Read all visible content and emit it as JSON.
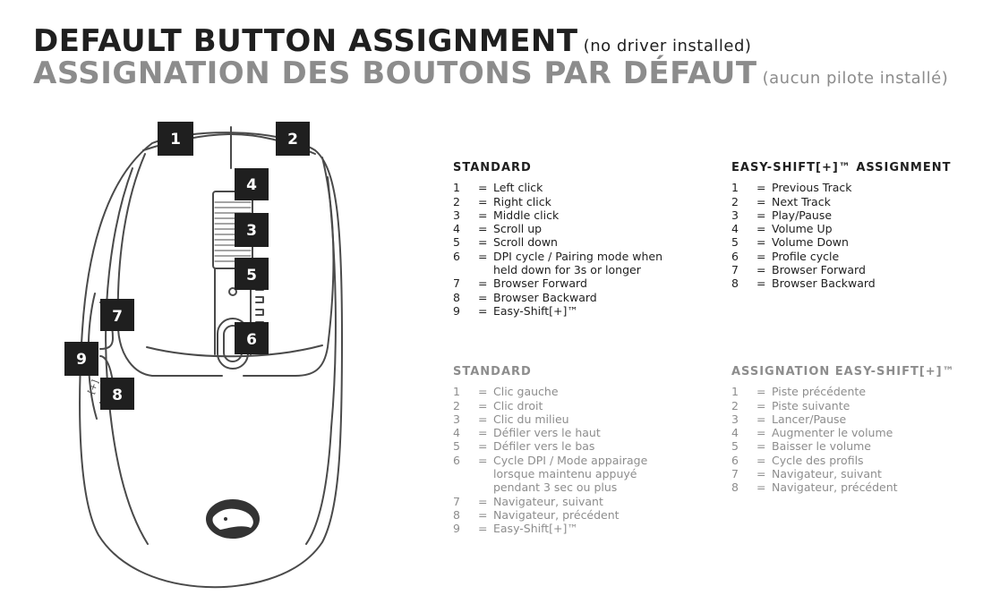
{
  "header": {
    "title_en": "DEFAULT BUTTON ASSIGNMENT",
    "subtitle_en": "(no driver installed)",
    "title_fr": "ASSIGNATION DES BOUTONS PAR DÉFAUT",
    "subtitle_fr": "(aucun pilote installé)"
  },
  "diagram": {
    "badges": [
      "1",
      "2",
      "4",
      "3",
      "5",
      "7",
      "6",
      "9",
      "8"
    ],
    "side_label": "[+]",
    "logo_icon": "roccat-panther-logo-icon"
  },
  "columns": [
    {
      "heading": "STANDARD",
      "items": [
        {
          "n": "1",
          "text": "Left click"
        },
        {
          "n": "2",
          "text": "Right click"
        },
        {
          "n": "3",
          "text": "Middle click"
        },
        {
          "n": "4",
          "text": "Scroll up"
        },
        {
          "n": "5",
          "text": "Scroll down"
        },
        {
          "n": "6",
          "text": "DPI cycle / Pairing mode when held down for 3s or longer"
        },
        {
          "n": "7",
          "text": "Browser Forward"
        },
        {
          "n": "8",
          "text": "Browser Backward"
        },
        {
          "n": "9",
          "text": "Easy-Shift[+]™"
        }
      ]
    },
    {
      "heading": "EASY-SHIFT[+]™ ASSIGNMENT",
      "items": [
        {
          "n": "1",
          "text": "Previous Track"
        },
        {
          "n": "2",
          "text": "Next Track"
        },
        {
          "n": "3",
          "text": "Play/Pause"
        },
        {
          "n": "4",
          "text": "Volume Up"
        },
        {
          "n": "5",
          "text": "Volume Down"
        },
        {
          "n": "6",
          "text": "Profile cycle"
        },
        {
          "n": "7",
          "text": "Browser Forward"
        },
        {
          "n": "8",
          "text": "Browser Backward"
        }
      ]
    },
    {
      "heading": "STANDARD",
      "items": [
        {
          "n": "1",
          "text": "Clic gauche"
        },
        {
          "n": "2",
          "text": "Clic droit"
        },
        {
          "n": "3",
          "text": "Clic du milieu"
        },
        {
          "n": "4",
          "text": "Défiler vers le haut"
        },
        {
          "n": "5",
          "text": "Défiler vers le bas"
        },
        {
          "n": "6",
          "text": "Cycle DPI / Mode appairage lorsque maintenu appuyé pendant 3 sec ou plus"
        },
        {
          "n": "7",
          "text": "Navigateur, suivant"
        },
        {
          "n": "8",
          "text": "Navigateur, précédent"
        },
        {
          "n": "9",
          "text": "Easy-Shift[+]™"
        }
      ]
    },
    {
      "heading": "ASSIGNATION EASY-SHIFT[+]™",
      "items": [
        {
          "n": "1",
          "text": "Piste précédente"
        },
        {
          "n": "2",
          "text": "Piste suivante"
        },
        {
          "n": "3",
          "text": "Lancer/Pause"
        },
        {
          "n": "4",
          "text": "Augmenter le volume"
        },
        {
          "n": "5",
          "text": "Baisser le volume"
        },
        {
          "n": "6",
          "text": "Cycle des profils"
        },
        {
          "n": "7",
          "text": "Navigateur, suivant"
        },
        {
          "n": "8",
          "text": "Navigateur, précédent"
        }
      ]
    }
  ]
}
